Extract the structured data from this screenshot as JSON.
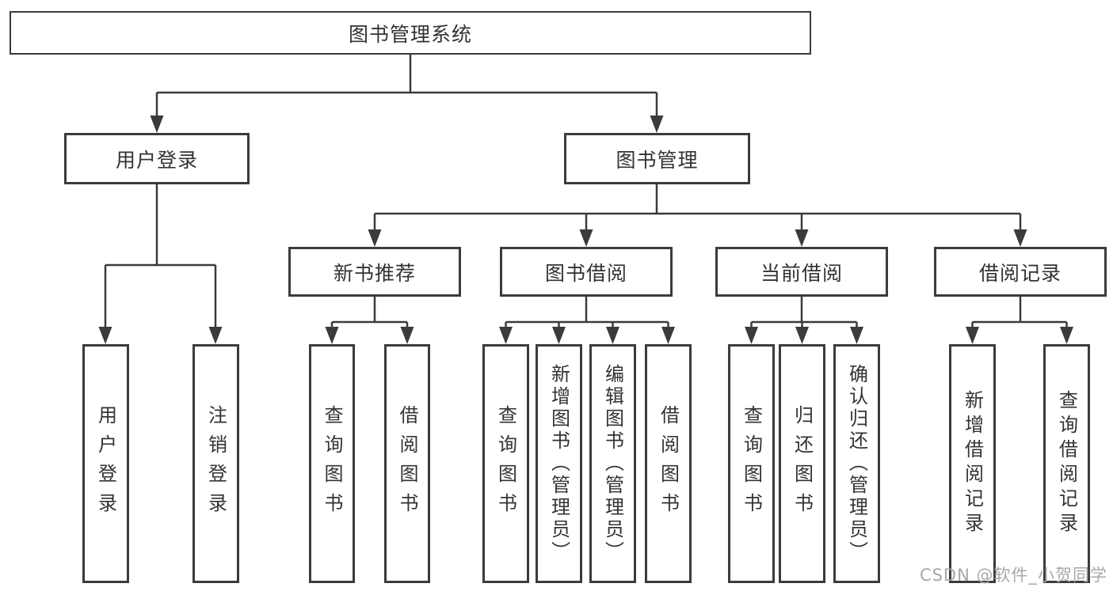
{
  "diagram": {
    "title": "图书管理系统",
    "colors": {
      "background": "#ffffff",
      "line": "#3b3b3b",
      "box_border": "#3b3b3b",
      "text": "#333333",
      "watermark": "#a8a8a8"
    },
    "nodes": {
      "root": {
        "label": "图书管理系统"
      },
      "user_login": {
        "label": "用户登录"
      },
      "book_mgmt": {
        "label": "图书管理"
      },
      "new_book_rec": {
        "label": "新书推荐"
      },
      "book_borrow": {
        "label": "图书借阅"
      },
      "current_borrow": {
        "label": "当前借阅"
      },
      "borrow_records": {
        "label": "借阅记录"
      },
      "leaf_user_login": {
        "label": "用户登录"
      },
      "leaf_logout": {
        "label": "注销登录"
      },
      "leaf_query_book_1": {
        "label": "查询图书"
      },
      "leaf_borrow_book_1": {
        "label": "借阅图书"
      },
      "leaf_query_book_2": {
        "label": "查询图书"
      },
      "leaf_add_book": {
        "label": "新增图书（管理员）"
      },
      "leaf_edit_book": {
        "label": "编辑图书（管理员）"
      },
      "leaf_borrow_book_2": {
        "label": "借阅图书"
      },
      "leaf_query_book_3": {
        "label": "查询图书"
      },
      "leaf_return_book": {
        "label": "归还图书"
      },
      "leaf_confirm_return": {
        "label": "确认归还（管理员）"
      },
      "leaf_add_borrow_record": {
        "label": "新增借阅记录"
      },
      "leaf_query_borrow_record": {
        "label": "查询借阅记录"
      }
    },
    "hierarchy": {
      "root": [
        "user_login",
        "book_mgmt"
      ],
      "user_login": [
        "leaf_user_login",
        "leaf_logout"
      ],
      "book_mgmt": [
        "new_book_rec",
        "book_borrow",
        "current_borrow",
        "borrow_records"
      ],
      "new_book_rec": [
        "leaf_query_book_1",
        "leaf_borrow_book_1"
      ],
      "book_borrow": [
        "leaf_query_book_2",
        "leaf_add_book",
        "leaf_edit_book",
        "leaf_borrow_book_2"
      ],
      "current_borrow": [
        "leaf_query_book_3",
        "leaf_return_book",
        "leaf_confirm_return"
      ],
      "borrow_records": [
        "leaf_add_borrow_record",
        "leaf_query_borrow_record"
      ]
    }
  },
  "watermark": {
    "text": "CSDN @软件_小贺同学"
  }
}
